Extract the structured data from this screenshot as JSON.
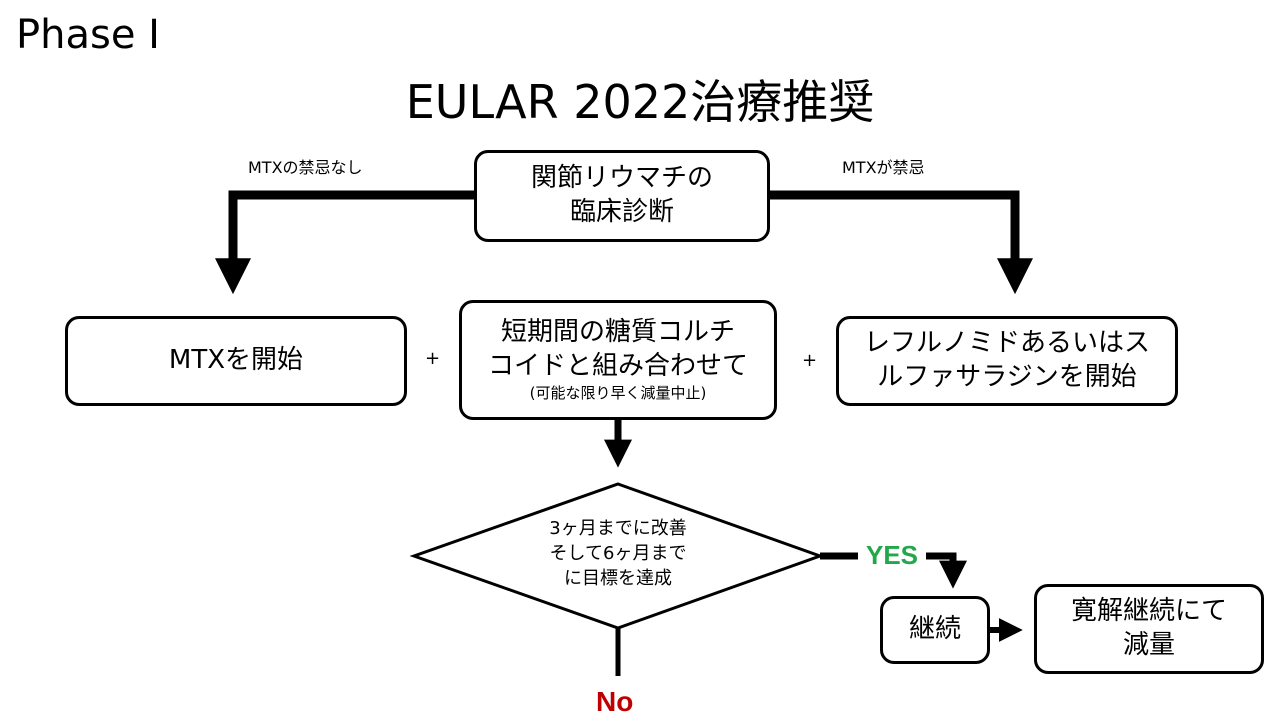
{
  "phase_label": "Phase I",
  "title": "EULAR 2022治療推奨",
  "start_box": [
    "関節リウマチの",
    "臨床診断"
  ],
  "left_branch_label": "MTXの禁忌なし",
  "right_branch_label": "MTXが禁忌",
  "mtx_box": "MTXを開始",
  "plus_label": "+",
  "steroid_box": {
    "lines": [
      "短期間の糖質コルチ",
      "コイドと組み合わせて"
    ],
    "note": "(可能な限り早く減量中止)"
  },
  "alt_box": [
    "レフルノミドあるいはス",
    "ルファサラジンを開始"
  ],
  "decision": [
    "3ヶ月までに改善",
    "そして6ヶ月まで",
    "に目標を達成"
  ],
  "yes_label": "YES",
  "no_label": "No",
  "continue_box": "継続",
  "remission_box": [
    "寛解継続にて",
    "減量"
  ],
  "colors": {
    "yes": "#22a84a",
    "no": "#c00000",
    "line": "#000000"
  }
}
